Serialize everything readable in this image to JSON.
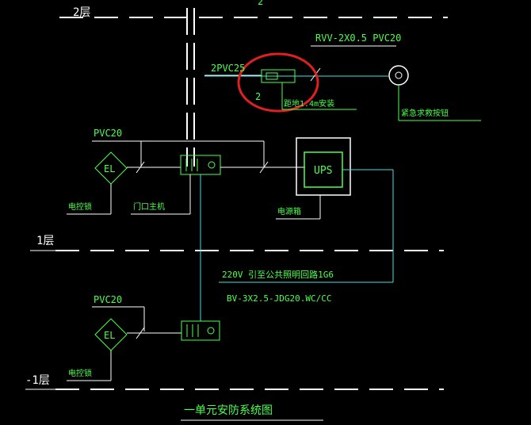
{
  "floors": {
    "f2": "2层",
    "f1": "1层",
    "fm1": "-1层"
  },
  "labels": {
    "top_2": "2",
    "pvc25": "2PVC25",
    "rvv": "RVV-2X0.5  PVC20",
    "small_2": "2",
    "install_height": "距地1.4m安装",
    "emergency_button": "紧急求救按钮",
    "pvc20_top": "PVC20",
    "pvc20_bottom": "PVC20",
    "el_top": "EL",
    "el_bottom": "EL",
    "elock_top": "电控锁",
    "elock_bottom": "电控锁",
    "door_host": "门口主机",
    "ups": "UPS",
    "power_box": "电源箱",
    "v220": "220V  引至公共照明回路1G6",
    "bv": "BV-3X2.5-JDG20.WC/CC",
    "title": "一单元安防系统图"
  },
  "colors": {
    "line_white": "#ffffff",
    "line_cyan": "#40e0e0",
    "text_green": "#4cff4c",
    "text_white": "#ffffff",
    "highlight_red": "#e02020",
    "background": "#000000"
  }
}
